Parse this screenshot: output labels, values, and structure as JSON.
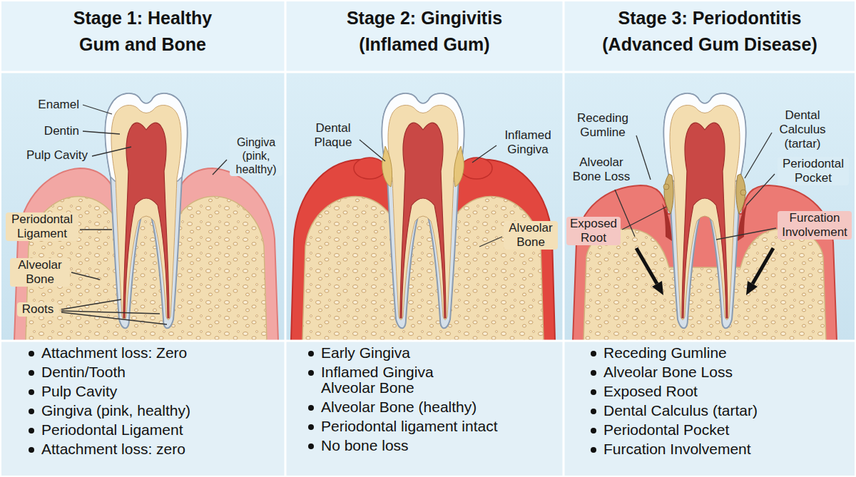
{
  "diagram": {
    "nodes": [
      {
        "text": [
          "Stage 1: Healthy Gum and Bone",
          "Attachment loss: Zero",
          "Dentin/Tooth",
          "Pulp Cavity",
          "Gingiva (pink, healthy)",
          "Periodontal Ligament",
          "Attachment loss: zero"
        ]
      },
      {
        "text": [
          "Stage 2: Gingivitis (Inflamed Gum)",
          "Early Gingiva",
          "Inflamed Gingiva Alveolar Bone",
          "Alveolar Bone (healthy)",
          "Periodontal ligament intact",
          "No bone loss"
        ]
      },
      {
        "text": [
          "Stage 3: Periodontitis (Advanced Gum Disease)",
          "Receding Gumline",
          "Alveolar Bone Loss",
          "Exposed Root",
          "Dental Calculus (tartar)",
          "Periodontal Pocket",
          "Furcation Involvement"
        ]
      }
    ],
    "labels": [
      "Enamel",
      "Dentin",
      "Pulp Cavity",
      "Gingiva (pink, healthy)",
      "Periodontal Ligament",
      "Alveolar Bone",
      "Roots",
      "Dental Plaque",
      "Inflamed Gingiva",
      "Alveolar Bone",
      "Receding Gumline",
      "Dental Calculus (tartar)",
      "Alveolar Bone Loss",
      "Periodontal Pocket",
      "Exposed Root",
      "Furcation Involvement"
    ]
  }
}
